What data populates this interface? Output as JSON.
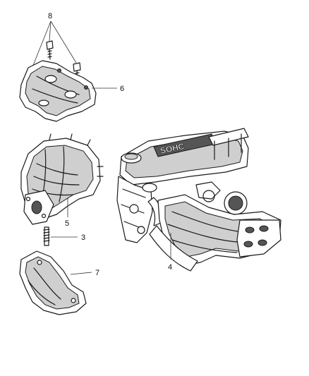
{
  "callouts": {
    "c8": "8",
    "c6": "6",
    "c5": "5",
    "c3": "3",
    "c4": "4",
    "c7": "7"
  },
  "engine_stamp": "SOHC",
  "colors": {
    "ink": "#1a1a1a",
    "shade": "#cfcfcf",
    "background": "#ffffff"
  }
}
